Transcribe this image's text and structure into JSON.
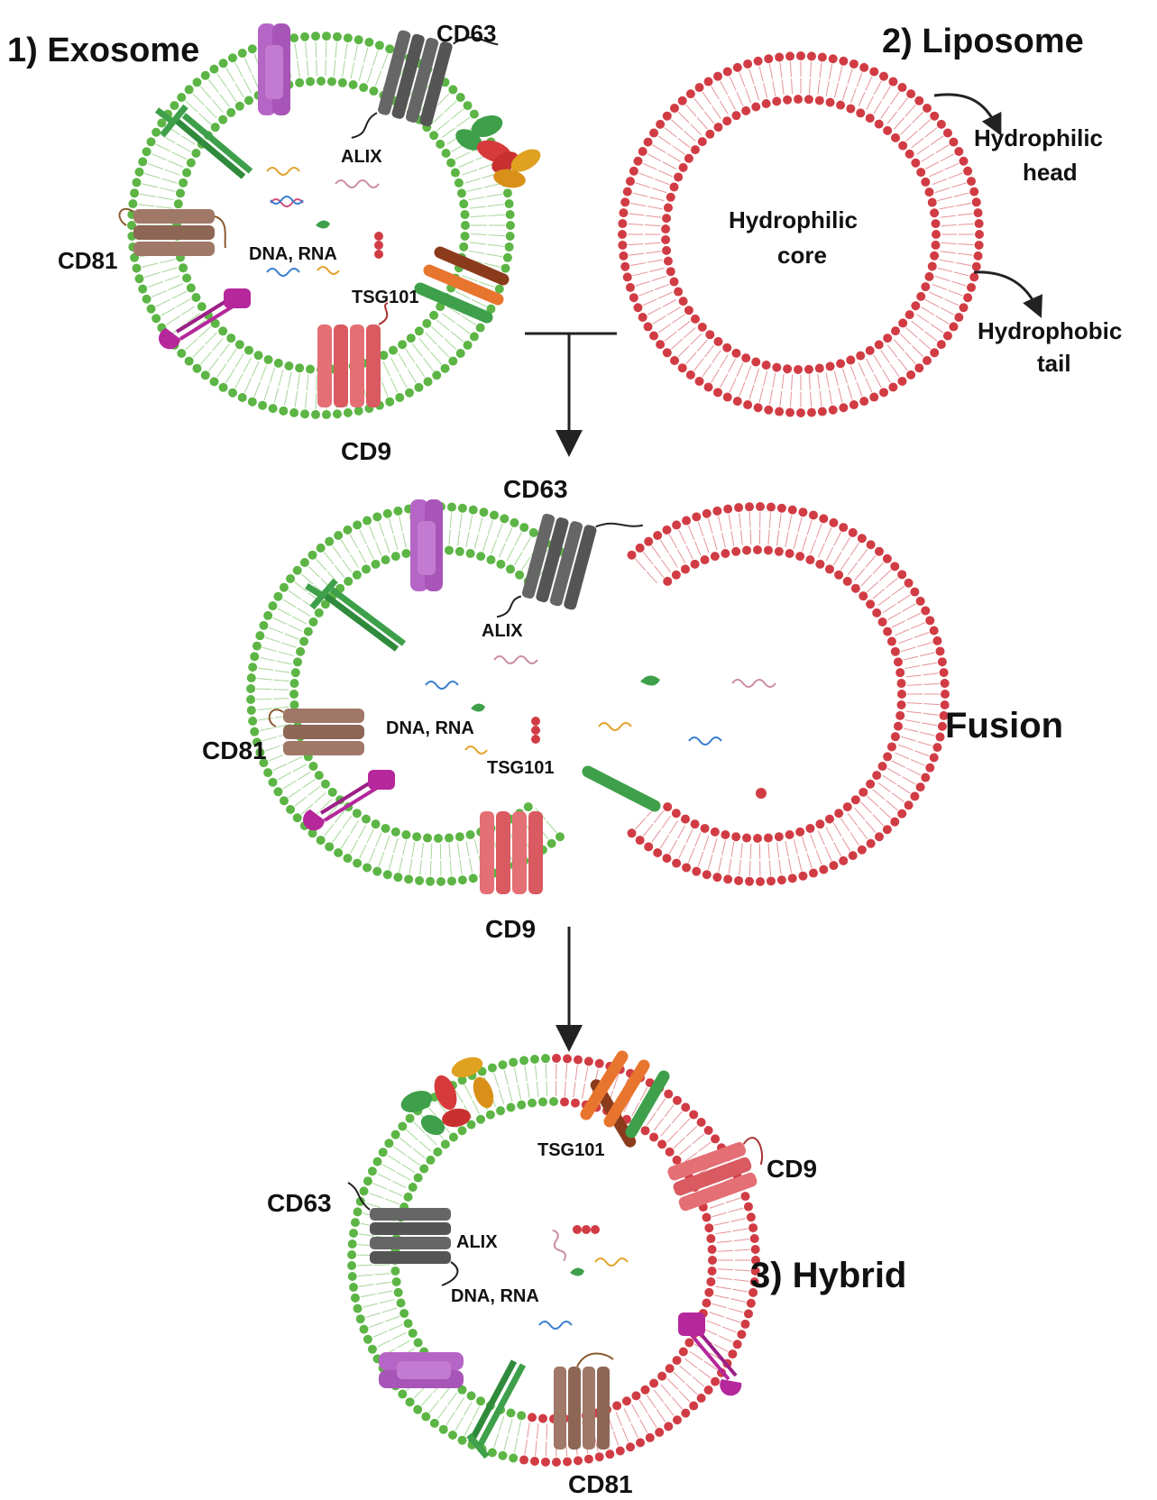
{
  "titles": {
    "exosome": "1) Exosome",
    "liposome": "2) Liposome",
    "fusion": "Fusion",
    "hybrid": "3) Hybrid"
  },
  "exosome_labels": {
    "cd63": "CD63",
    "alix": "ALIX",
    "cd81": "CD81",
    "dna_rna": "DNA, RNA",
    "tsg101": "TSG101",
    "cd9": "CD9"
  },
  "liposome_labels": {
    "core_line1": "Hydrophilic",
    "core_line2": "core",
    "head_line1": "Hydrophilic",
    "head_line2": "head",
    "tail_line1": "Hydrophobic",
    "tail_line2": "tail"
  },
  "fusion_labels": {
    "cd63": "CD63",
    "alix": "ALIX",
    "cd81": "CD81",
    "dna_rna": "DNA, RNA",
    "tsg101": "TSG101",
    "cd9": "CD9"
  },
  "hybrid_labels": {
    "tsg101": "TSG101",
    "cd9": "CD9",
    "cd63": "CD63",
    "alix": "ALIX",
    "dna_rna": "DNA, RNA",
    "cd81": "CD81"
  },
  "colors": {
    "exosome_membrane": "#5cb545",
    "liposome_membrane": "#d13c44",
    "purple_protein": "#b565c5",
    "grey_protein": "#5e5e5e",
    "brown_protein": "#a07868",
    "pink_protein": "#e46f74",
    "magenta_receptor": "#b5279b",
    "arrow": "#222222"
  }
}
